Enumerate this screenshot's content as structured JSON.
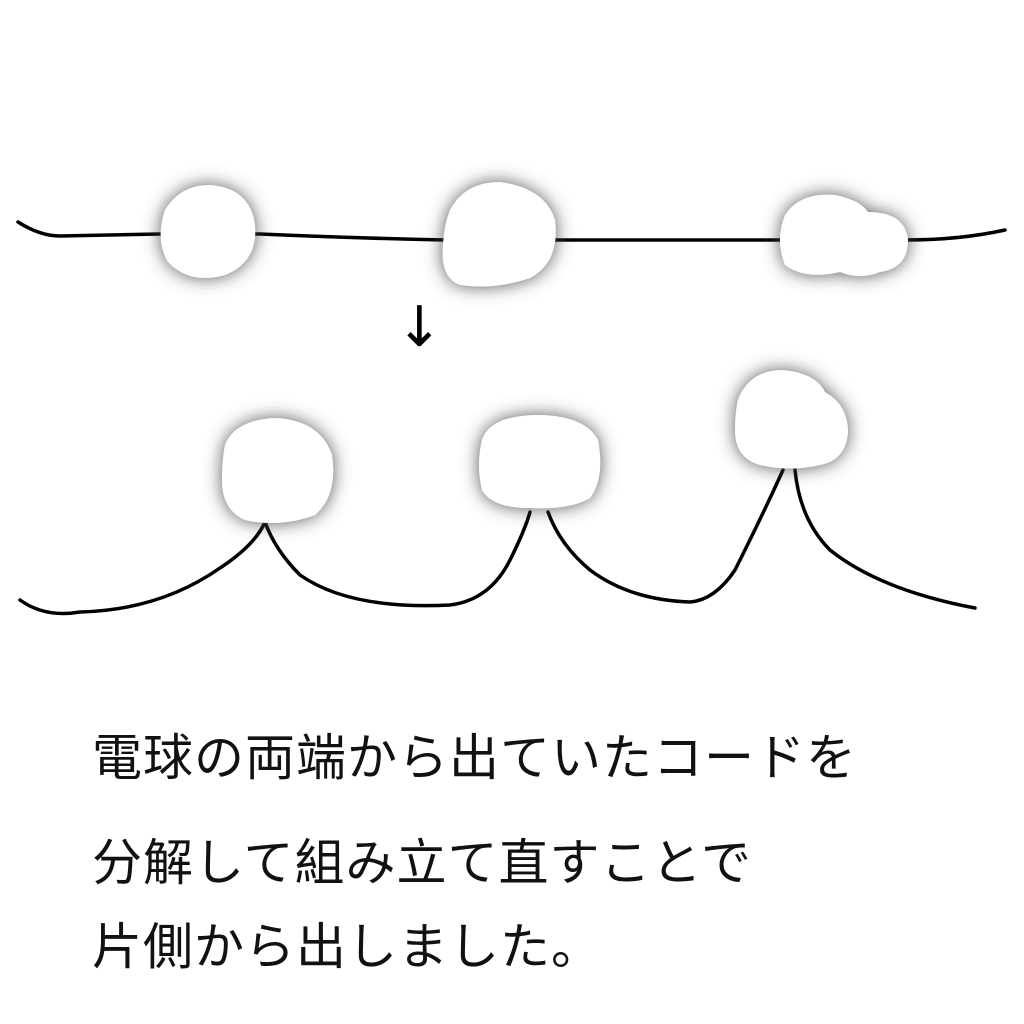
{
  "arrow": "↓",
  "caption": {
    "line1": "電球の両端から出ていたコードを",
    "line2": "分解して組み立て直すことで",
    "line3": "片側から出しました。"
  },
  "colors": {
    "line": "#000000",
    "bulb": "#ffffff",
    "glow": "#555555"
  }
}
